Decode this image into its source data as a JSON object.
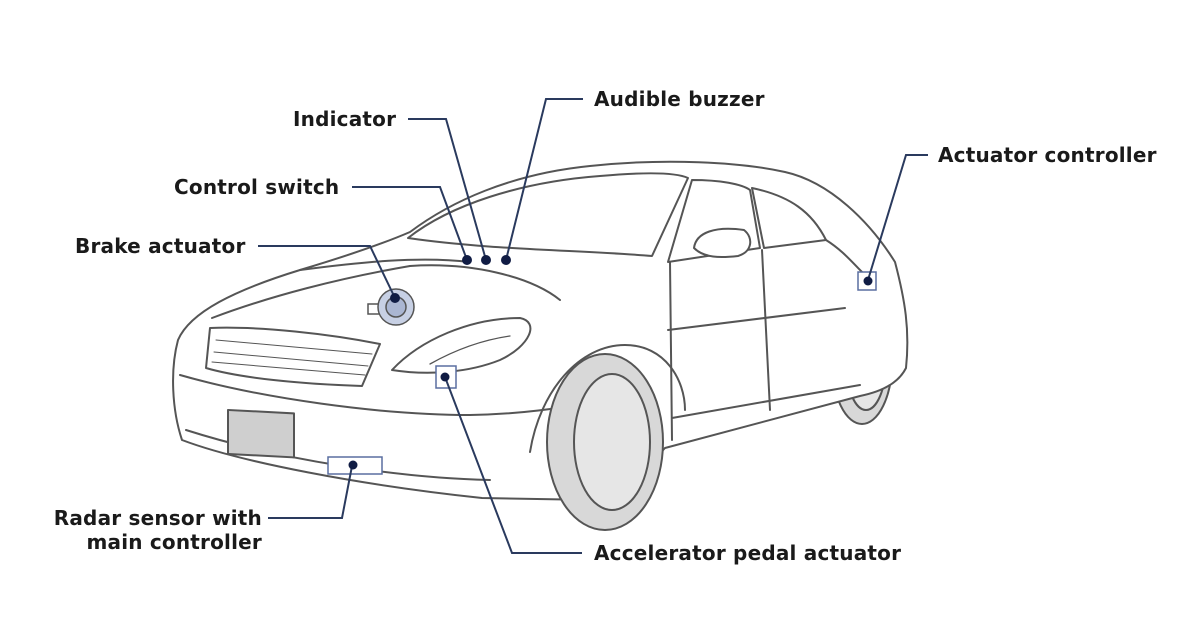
{
  "diagram": {
    "labels": {
      "audible_buzzer": "Audible buzzer",
      "indicator": "Indicator",
      "control_switch": "Control switch",
      "brake_actuator": "Brake actuator",
      "actuator_controller": "Actuator controller",
      "radar_sensor_line1": "Radar sensor with",
      "radar_sensor_line2": "main controller",
      "accelerator_pedal_actuator": "Accelerator pedal actuator"
    },
    "colors": {
      "leader_line": "#2a3a5e",
      "marker_dot": "#101c44",
      "car_outline": "#555555",
      "tire_fill": "#d8d8d8",
      "brake_actuator_fill": "#c7d0e4",
      "plate_fill": "#cfcfcf"
    }
  }
}
